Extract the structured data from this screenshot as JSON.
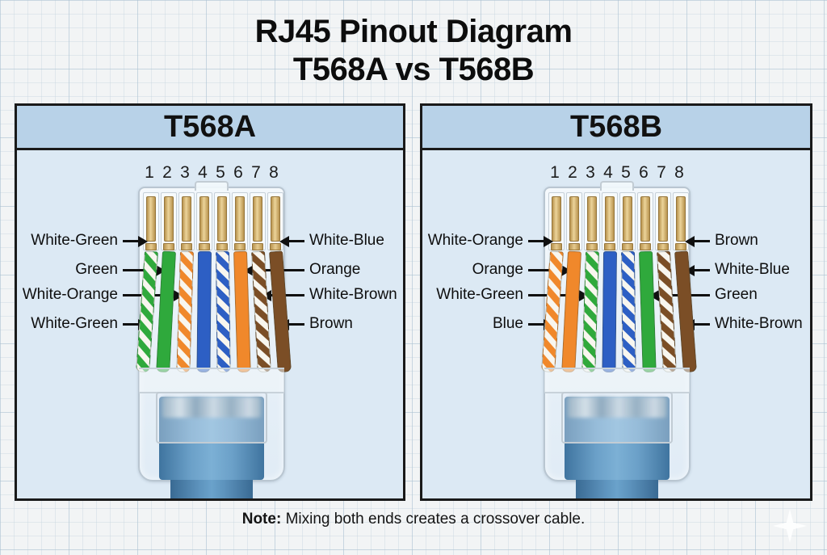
{
  "title": {
    "line1": "RJ45 Pinout Diagram",
    "line2": "T568A vs T568B"
  },
  "note": {
    "bold": "Note:",
    "text": " Mixing both ends creates a crossover cable."
  },
  "colors": {
    "green": "#2fa93c",
    "orange": "#f0882b",
    "blue": "#2d5fc4",
    "brown": "#7b4e26",
    "white": "#f8f6ef",
    "gold": "#d9b878",
    "cable_blue": "#4e86b2",
    "panel_header_bg": "#b8d2e8",
    "panel_body_bg": "#dce9f4",
    "border_dark": "#1a1a1a"
  },
  "panels": [
    {
      "id": "t568a",
      "title": "T568A",
      "pin_numbers": [
        "1",
        "2",
        "3",
        "4",
        "5",
        "6",
        "7",
        "8"
      ],
      "wires": [
        {
          "pin": 1,
          "name": "white-green",
          "base": "white",
          "stripe": "green"
        },
        {
          "pin": 2,
          "name": "green",
          "base": "green"
        },
        {
          "pin": 3,
          "name": "white-orange",
          "base": "white",
          "stripe": "orange"
        },
        {
          "pin": 4,
          "name": "blue",
          "base": "blue"
        },
        {
          "pin": 5,
          "name": "white-blue",
          "base": "white",
          "stripe": "blue"
        },
        {
          "pin": 6,
          "name": "orange",
          "base": "orange"
        },
        {
          "pin": 7,
          "name": "white-brown",
          "base": "white",
          "stripe": "brown"
        },
        {
          "pin": 8,
          "name": "brown",
          "base": "brown"
        }
      ],
      "labels_left": [
        {
          "text": "White-Green",
          "pin": 1
        },
        {
          "text": "Green",
          "pin": 2
        },
        {
          "text": "White-Orange",
          "pin": 3
        },
        {
          "text": "White-Green",
          "pin": 1
        }
      ],
      "labels_right": [
        {
          "text": "White-Blue",
          "pin": 8
        },
        {
          "text": "Orange",
          "pin": 6
        },
        {
          "text": "White-Brown",
          "pin": 7
        },
        {
          "text": "Brown",
          "pin": 8
        }
      ]
    },
    {
      "id": "t568b",
      "title": "T568B",
      "pin_numbers": [
        "1",
        "2",
        "3",
        "4",
        "5",
        "6",
        "7",
        "8"
      ],
      "wires": [
        {
          "pin": 1,
          "name": "white-orange",
          "base": "white",
          "stripe": "orange"
        },
        {
          "pin": 2,
          "name": "orange",
          "base": "orange"
        },
        {
          "pin": 3,
          "name": "white-green",
          "base": "white",
          "stripe": "green"
        },
        {
          "pin": 4,
          "name": "blue",
          "base": "blue"
        },
        {
          "pin": 5,
          "name": "white-blue",
          "base": "white",
          "stripe": "blue"
        },
        {
          "pin": 6,
          "name": "green",
          "base": "green"
        },
        {
          "pin": 7,
          "name": "white-brown",
          "base": "white",
          "stripe": "brown"
        },
        {
          "pin": 8,
          "name": "brown",
          "base": "brown"
        }
      ],
      "labels_left": [
        {
          "text": "White-Orange",
          "pin": 1
        },
        {
          "text": "Orange",
          "pin": 2
        },
        {
          "text": "White-Green",
          "pin": 3
        },
        {
          "text": "Blue",
          "pin": 1
        }
      ],
      "labels_right": [
        {
          "text": "Brown",
          "pin": 8
        },
        {
          "text": "White-Blue",
          "pin": 8
        },
        {
          "text": "Green",
          "pin": 6
        },
        {
          "text": "White-Brown",
          "pin": 8
        }
      ]
    }
  ]
}
